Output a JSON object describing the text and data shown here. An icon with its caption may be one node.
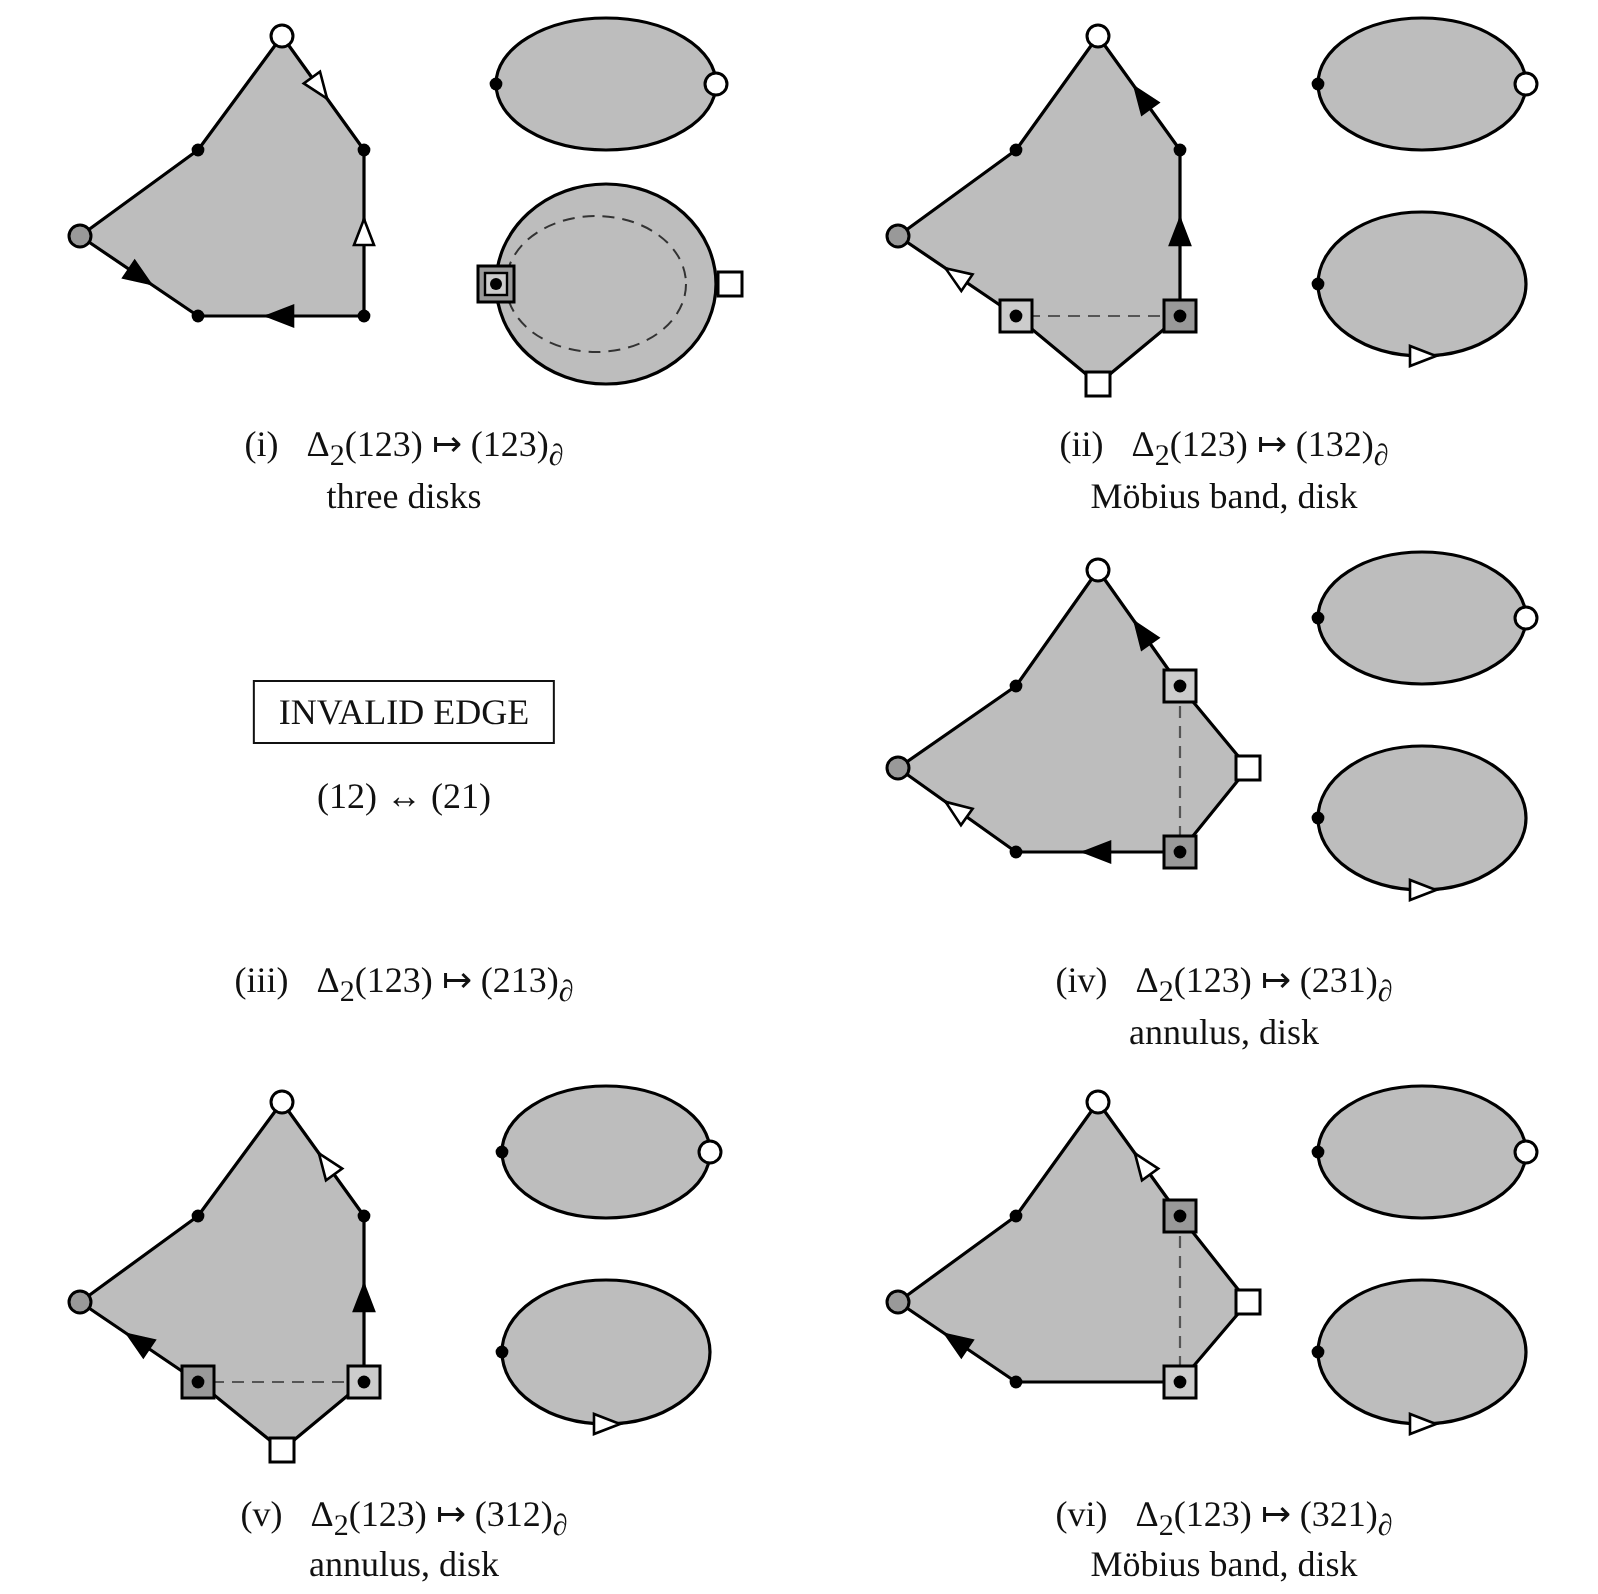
{
  "diagram": {
    "nodes": [
      {
        "text": [
          "INVALID EDGE"
        ]
      }
    ],
    "labels": [
      "(i)",
      "Δ$_{2}$(123) ↦ (123)$_{∂}$",
      "three disks",
      "(ii)",
      "Δ$_{2}$(123) ↦ (132)$_{∂}$",
      "Möbius band, disk",
      "(12) ↔ (21)",
      "(iii)",
      "Δ$_{2}$(123) ↦ (213)$_{∂}$",
      "(iv)",
      "Δ$_{2}$(123) ↦ (231)$_{∂}$",
      "annulus, disk",
      "(v)",
      "Δ$_{2}$(123) ↦ (312)$_{∂}$",
      "annulus, disk",
      "(vi)",
      "Δ$_{2}$(123) ↦ (321)$_{∂}$",
      "Möbius band, disk"
    ]
  }
}
